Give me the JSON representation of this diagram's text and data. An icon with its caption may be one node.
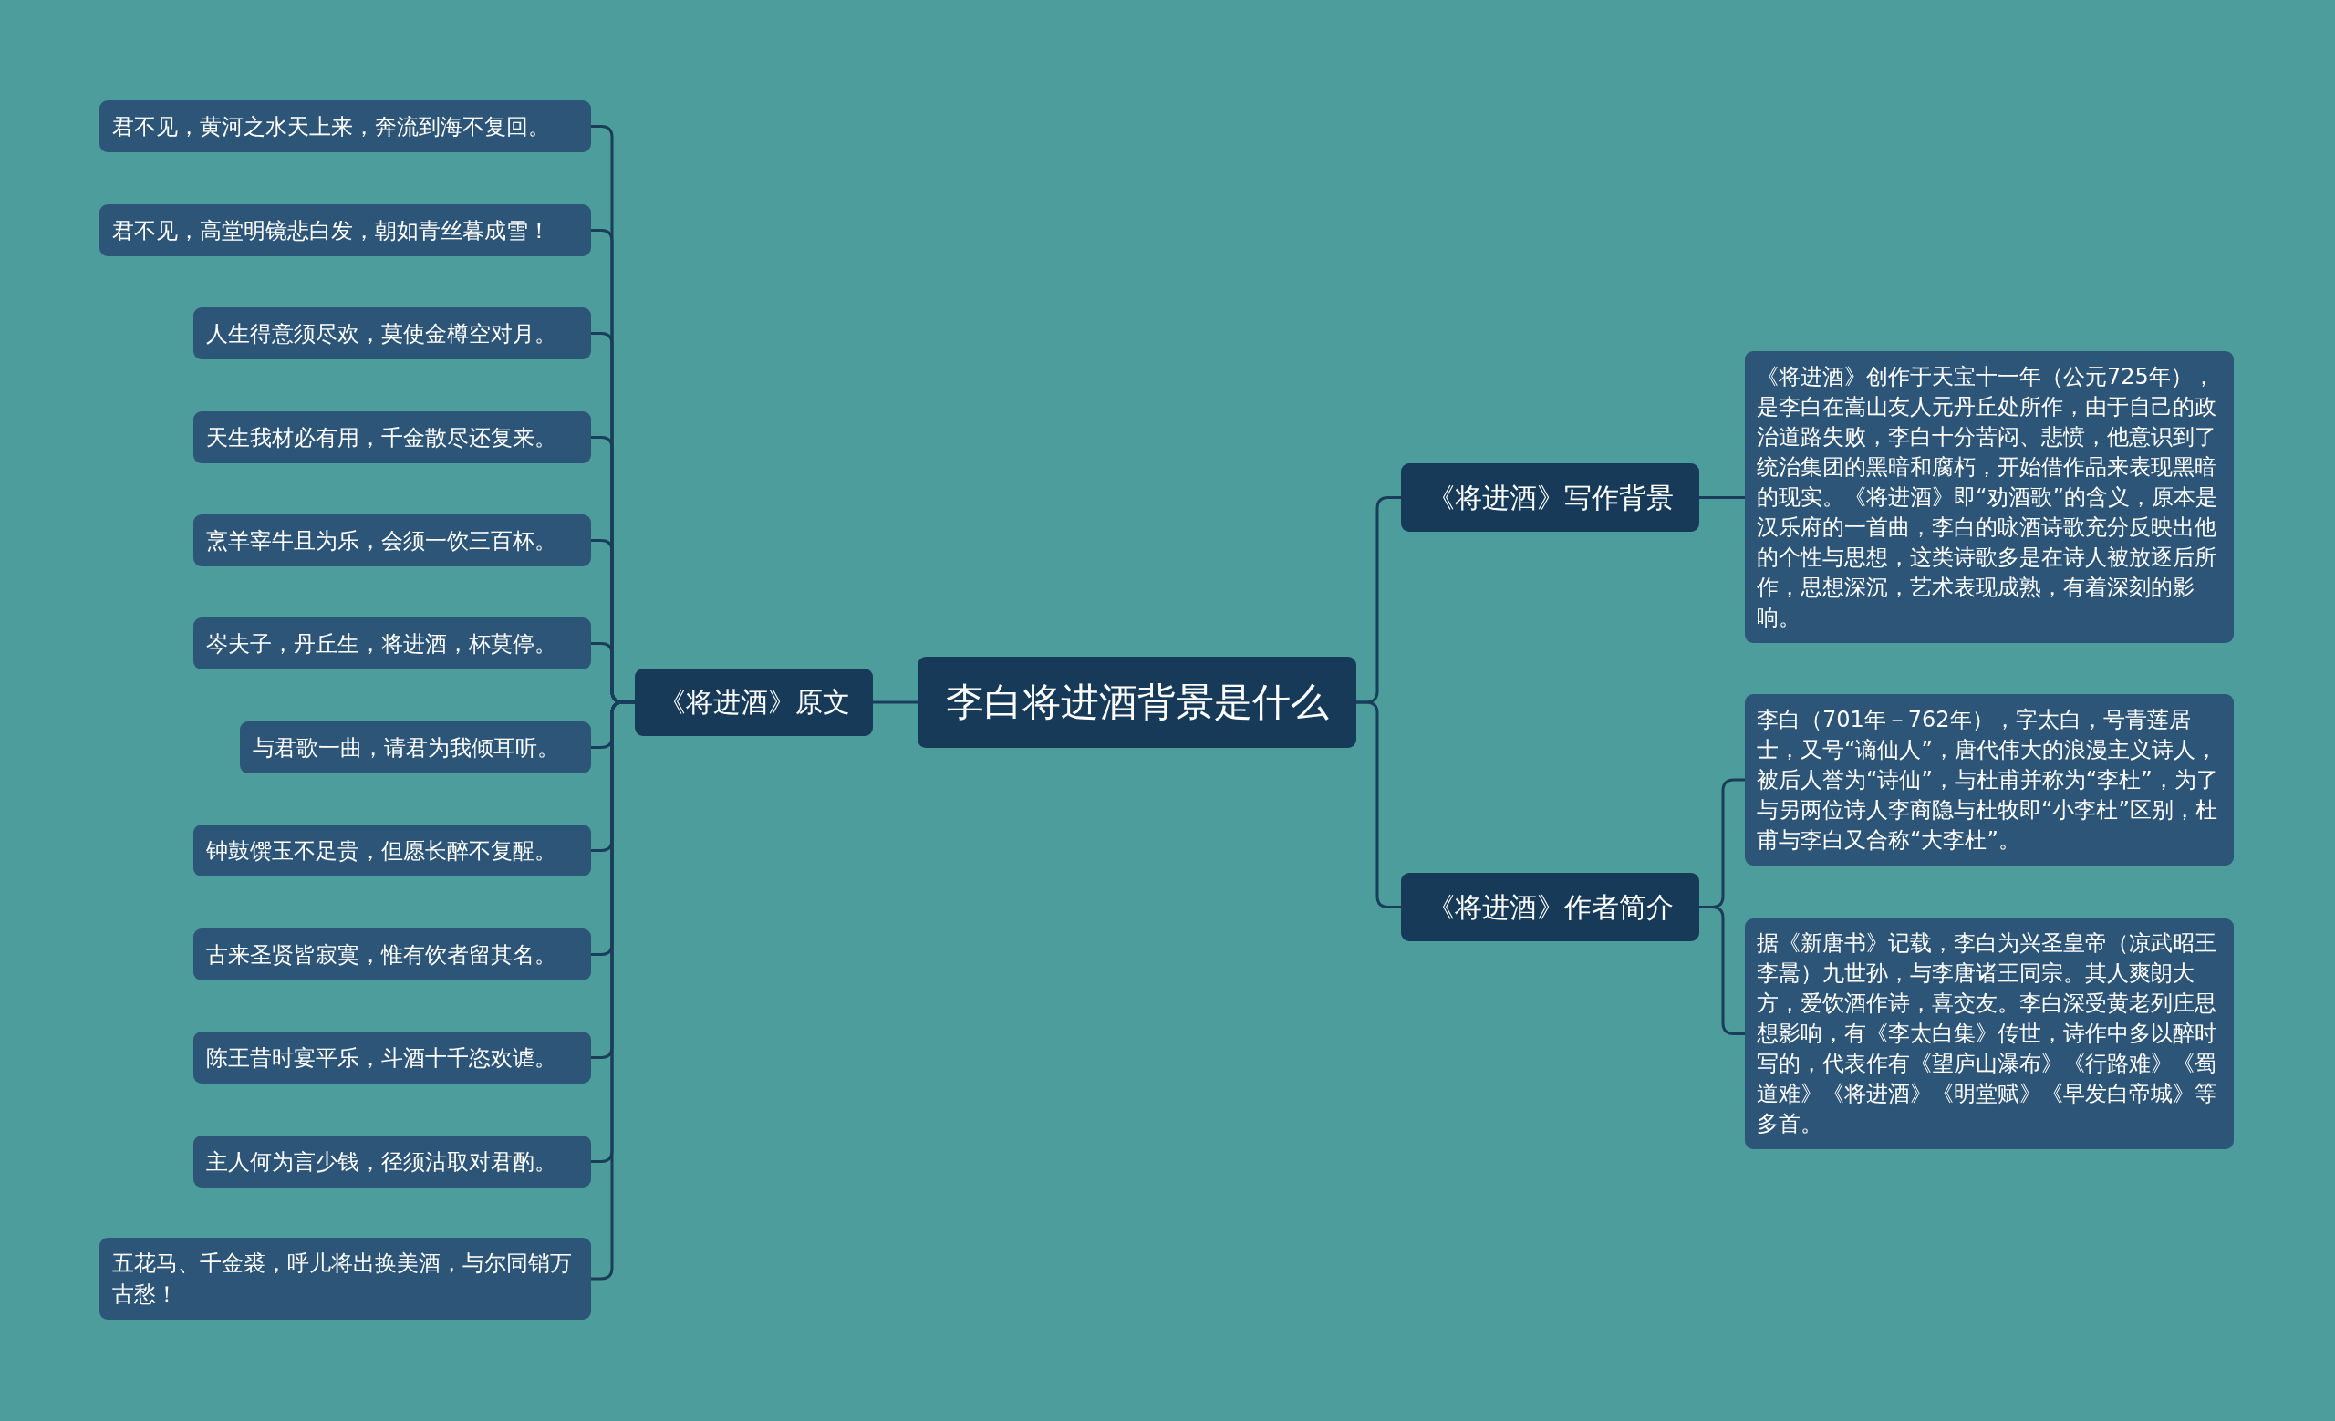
{
  "diagram": {
    "nodes": [
      {
        "text": [
          "李白将进酒背景是什么"
        ]
      },
      {
        "text": [
          "《将进酒》原文"
        ]
      },
      {
        "text": [
          "君不见，黄河之水天上来，奔流到海不复回。"
        ]
      },
      {
        "text": [
          "君不见，高堂明镜悲白发，朝如青丝暮成雪！"
        ]
      },
      {
        "text": [
          "人生得意须尽欢，莫使金樽空对月。"
        ]
      },
      {
        "text": [
          "天生我材必有用，千金散尽还复来。"
        ]
      },
      {
        "text": [
          "烹羊宰牛且为乐，会须一饮三百杯。"
        ]
      },
      {
        "text": [
          "岑夫子，丹丘生，将进酒，杯莫停。"
        ]
      },
      {
        "text": [
          "与君歌一曲，请君为我倾耳听。"
        ]
      },
      {
        "text": [
          "钟鼓馔玉不足贵，但愿长醉不复醒。"
        ]
      },
      {
        "text": [
          "古来圣贤皆寂寞，惟有饮者留其名。"
        ]
      },
      {
        "text": [
          "陈王昔时宴平乐，斗酒十千恣欢谑。"
        ]
      },
      {
        "text": [
          "主人何为言少钱，径须沽取对君酌。"
        ]
      },
      {
        "text": [
          "五花马、千金裘，呼儿将出换美酒，与尔同销万古愁！"
        ]
      },
      {
        "text": [
          "《将进酒》写作背景"
        ]
      },
      {
        "text": [
          "《将进酒》创作于天宝十一年（公元725年），是李白在嵩山友人元丹丘处所作，由于自己的政治道路失败，李白十分苦闷、悲愤，他意识到了统治集团的黑暗和腐朽，开始借作品来表现黑暗的现实。《将进酒》即“劝酒歌”的含义，原本是汉乐府的一首曲，李白的咏酒诗歌充分反映出他的个性与思想，这类诗歌多是在诗人被放逐后所作，思想深沉，艺术表现成熟，有着深刻的影响。"
        ]
      },
      {
        "text": [
          "《将进酒》作者简介"
        ]
      },
      {
        "text": [
          "李白（701年－762年），字太白，号青莲居士，又号“谪仙人”，唐代伟大的浪漫主义诗人，被后人誉为“诗仙”，与杜甫并称为“李杜”，为了与另两位诗人李商隐与杜牧即“小李杜”区别，杜甫与李白又合称“大李杜”。"
        ]
      },
      {
        "text": [
          "据《新唐书》记载，李白为兴圣皇帝（凉武昭王李暠）九世孙，与李唐诸王同宗。其人爽朗大方，爱饮酒作诗，喜交友。李白深受黄老列庄思想影响，有《李太白集》传世，诗作中多以醉时写的，代表作有《望庐山瀑布》《行路难》《蜀道难》《将进酒》《明堂赋》《早发白帝城》等多首。"
        ]
      }
    ],
    "edges": [
      {
        "from": 0,
        "to": 1,
        "arrow": "none"
      },
      {
        "from": 1,
        "to": 2,
        "arrow": "none"
      },
      {
        "from": 1,
        "to": 3,
        "arrow": "none"
      },
      {
        "from": 1,
        "to": 4,
        "arrow": "none"
      },
      {
        "from": 1,
        "to": 5,
        "arrow": "none"
      },
      {
        "from": 1,
        "to": 6,
        "arrow": "none"
      },
      {
        "from": 1,
        "to": 7,
        "arrow": "none"
      },
      {
        "from": 1,
        "to": 8,
        "arrow": "none"
      },
      {
        "from": 1,
        "to": 9,
        "arrow": "none"
      },
      {
        "from": 1,
        "to": 10,
        "arrow": "none"
      },
      {
        "from": 1,
        "to": 11,
        "arrow": "none"
      },
      {
        "from": 1,
        "to": 12,
        "arrow": "none"
      },
      {
        "from": 1,
        "to": 13,
        "arrow": "none"
      },
      {
        "from": 0,
        "to": 14,
        "arrow": "none"
      },
      {
        "from": 0,
        "to": 16,
        "arrow": "none"
      },
      {
        "from": 14,
        "to": 15,
        "arrow": "none"
      },
      {
        "from": 16,
        "to": 17,
        "arrow": "none"
      },
      {
        "from": 16,
        "to": 18,
        "arrow": "none"
      }
    ]
  }
}
